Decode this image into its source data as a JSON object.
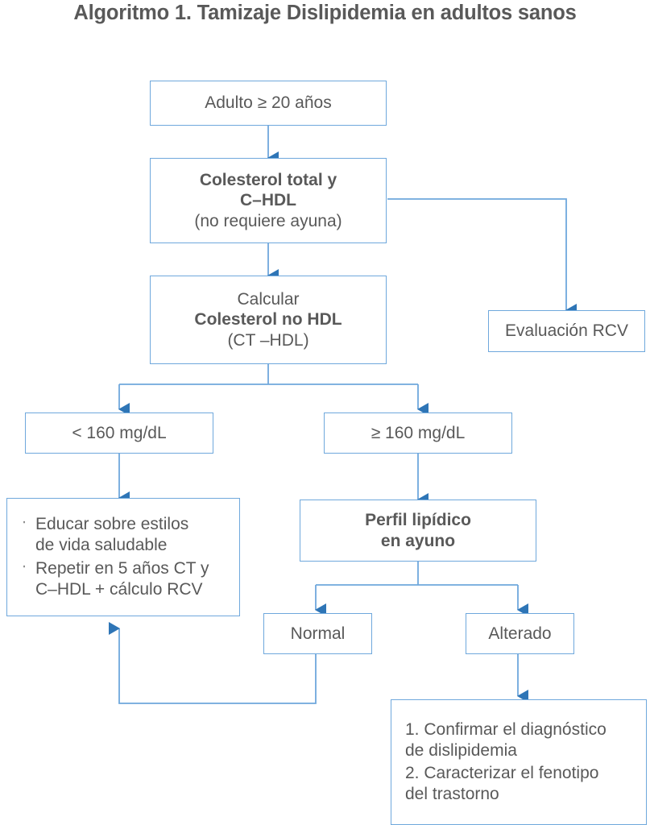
{
  "page": {
    "title": "Algoritmo 1. Tamizaje Dislipidemia en adultos sanos",
    "colors": {
      "box_border": "#6FA8DC",
      "connector": "#6FA8DC",
      "arrowhead": "#2E75B6",
      "text": "#595959",
      "background": "#FFFFFF"
    }
  },
  "flowchart": {
    "nodes": {
      "adulto": {
        "lines": [
          {
            "text": "Adulto ≥ 20 años",
            "bold": false
          }
        ]
      },
      "colesterol_total": {
        "lines": [
          {
            "text": "Colesterol total y",
            "bold": true
          },
          {
            "text": "C–HDL",
            "bold": true
          },
          {
            "text": "(no requiere ayuna)",
            "bold": false
          }
        ]
      },
      "evaluacion_rcv": {
        "lines": [
          {
            "text": "Evaluación RCV",
            "bold": false
          }
        ]
      },
      "calcular_no_hdl": {
        "lines": [
          {
            "text": "Calcular",
            "bold": false
          },
          {
            "text": "Colesterol no HDL",
            "bold": true
          },
          {
            "text": "(CT –HDL)",
            "bold": false
          }
        ]
      },
      "menor_160": {
        "lines": [
          {
            "text": "< 160 mg/dL",
            "bold": false
          }
        ]
      },
      "mayor_igual_160": {
        "lines": [
          {
            "text": "≥ 160 mg/dL",
            "bold": false
          }
        ]
      },
      "educar": {
        "bullet_mark": "‧",
        "bullets": [
          "Educar sobre estilos\nde vida saludable",
          "Repetir en 5 años CT y\nC–HDL + cálculo RCV"
        ]
      },
      "perfil_lipidico": {
        "lines": [
          {
            "text": "Perfil lipídico",
            "bold": true
          },
          {
            "text": "en ayuno",
            "bold": true
          }
        ]
      },
      "normal": {
        "lines": [
          {
            "text": "Normal",
            "bold": false
          }
        ]
      },
      "alterado": {
        "lines": [
          {
            "text": "Alterado",
            "bold": false
          }
        ]
      },
      "diagnostico": {
        "items": [
          "1. Confirmar el diagnóstico\nde dislipidemia",
          "2. Caracterizar el fenotipo\ndel trastorno"
        ]
      }
    }
  }
}
